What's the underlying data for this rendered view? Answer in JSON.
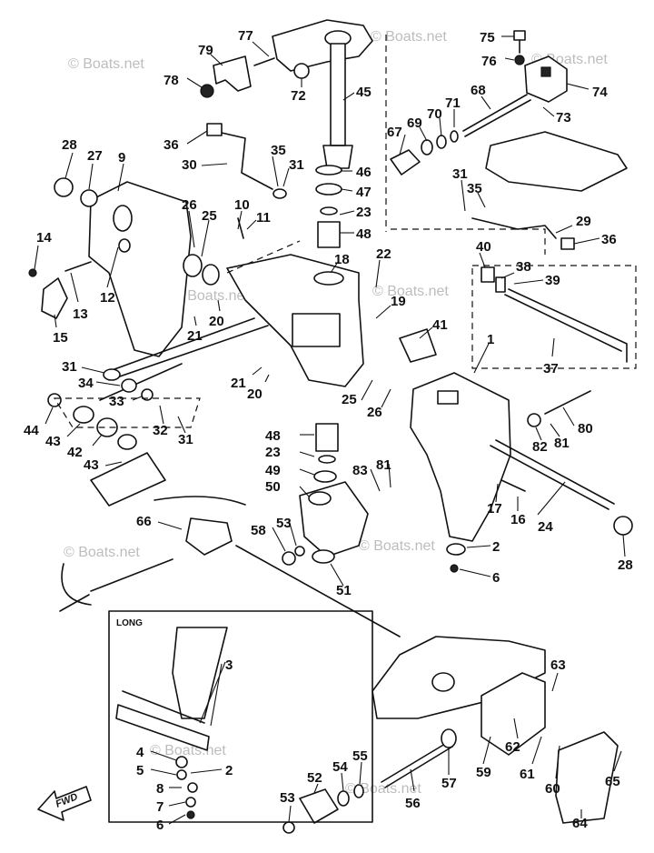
{
  "watermark": "© Boats.net",
  "inset_title": "LONG",
  "fwd_label": "FWD",
  "callouts": [
    {
      "id": "c77",
      "label": "77"
    },
    {
      "id": "c79",
      "label": "79"
    },
    {
      "id": "c78",
      "label": "78"
    },
    {
      "id": "c72",
      "label": "72"
    },
    {
      "id": "c45",
      "label": "45"
    },
    {
      "id": "c75",
      "label": "75"
    },
    {
      "id": "c76",
      "label": "76"
    },
    {
      "id": "c74",
      "label": "74"
    },
    {
      "id": "c68",
      "label": "68"
    },
    {
      "id": "c73",
      "label": "73"
    },
    {
      "id": "c71",
      "label": "71"
    },
    {
      "id": "c70",
      "label": "70"
    },
    {
      "id": "c69",
      "label": "69"
    },
    {
      "id": "c67",
      "label": "67"
    },
    {
      "id": "c36a",
      "label": "36"
    },
    {
      "id": "c30",
      "label": "30"
    },
    {
      "id": "c35a",
      "label": "35"
    },
    {
      "id": "c31a",
      "label": "31"
    },
    {
      "id": "c46",
      "label": "46"
    },
    {
      "id": "c47",
      "label": "47"
    },
    {
      "id": "c28a",
      "label": "28"
    },
    {
      "id": "c27",
      "label": "27"
    },
    {
      "id": "c9",
      "label": "9"
    },
    {
      "id": "c26a",
      "label": "26"
    },
    {
      "id": "c10",
      "label": "10"
    },
    {
      "id": "c11",
      "label": "11"
    },
    {
      "id": "c25a",
      "label": "25"
    },
    {
      "id": "c23a",
      "label": "23"
    },
    {
      "id": "c48a",
      "label": "48"
    },
    {
      "id": "c31b",
      "label": "31"
    },
    {
      "id": "c35b",
      "label": "35"
    },
    {
      "id": "c29",
      "label": "29"
    },
    {
      "id": "c36b",
      "label": "36"
    },
    {
      "id": "c14",
      "label": "14"
    },
    {
      "id": "c13",
      "label": "13"
    },
    {
      "id": "c12",
      "label": "12"
    },
    {
      "id": "c15",
      "label": "15"
    },
    {
      "id": "c18",
      "label": "18"
    },
    {
      "id": "c22",
      "label": "22"
    },
    {
      "id": "c40",
      "label": "40"
    },
    {
      "id": "c38",
      "label": "38"
    },
    {
      "id": "c39",
      "label": "39"
    },
    {
      "id": "c20a",
      "label": "20"
    },
    {
      "id": "c21a",
      "label": "21"
    },
    {
      "id": "c19",
      "label": "19"
    },
    {
      "id": "c41",
      "label": "41"
    },
    {
      "id": "c1",
      "label": "1"
    },
    {
      "id": "c37",
      "label": "37"
    },
    {
      "id": "c31c",
      "label": "31"
    },
    {
      "id": "c34",
      "label": "34"
    },
    {
      "id": "c21b",
      "label": "21"
    },
    {
      "id": "c20b",
      "label": "20"
    },
    {
      "id": "c25b",
      "label": "25"
    },
    {
      "id": "c26b",
      "label": "26"
    },
    {
      "id": "c33",
      "label": "33"
    },
    {
      "id": "c44",
      "label": "44"
    },
    {
      "id": "c43a",
      "label": "43"
    },
    {
      "id": "c32",
      "label": "32"
    },
    {
      "id": "c31d",
      "label": "31"
    },
    {
      "id": "c80",
      "label": "80"
    },
    {
      "id": "c82",
      "label": "82"
    },
    {
      "id": "c81a",
      "label": "81"
    },
    {
      "id": "c42",
      "label": "42"
    },
    {
      "id": "c48b",
      "label": "48"
    },
    {
      "id": "c23b",
      "label": "23"
    },
    {
      "id": "c43b",
      "label": "43"
    },
    {
      "id": "c49",
      "label": "49"
    },
    {
      "id": "c50",
      "label": "50"
    },
    {
      "id": "c83",
      "label": "83"
    },
    {
      "id": "c81b",
      "label": "81"
    },
    {
      "id": "c17",
      "label": "17"
    },
    {
      "id": "c16",
      "label": "16"
    },
    {
      "id": "c24",
      "label": "24"
    },
    {
      "id": "c66",
      "label": "66"
    },
    {
      "id": "c58",
      "label": "58"
    },
    {
      "id": "c53a",
      "label": "53"
    },
    {
      "id": "c2a",
      "label": "2"
    },
    {
      "id": "c28b",
      "label": "28"
    },
    {
      "id": "c6a",
      "label": "6"
    },
    {
      "id": "c51",
      "label": "51"
    },
    {
      "id": "c3",
      "label": "3"
    },
    {
      "id": "c4",
      "label": "4"
    },
    {
      "id": "c2b",
      "label": "2"
    },
    {
      "id": "c5",
      "label": "5"
    },
    {
      "id": "c8",
      "label": "8"
    },
    {
      "id": "c7",
      "label": "7"
    },
    {
      "id": "c6b",
      "label": "6"
    },
    {
      "id": "c63",
      "label": "63"
    },
    {
      "id": "c55",
      "label": "55"
    },
    {
      "id": "c54",
      "label": "54"
    },
    {
      "id": "c52",
      "label": "52"
    },
    {
      "id": "c57",
      "label": "57"
    },
    {
      "id": "c59",
      "label": "59"
    },
    {
      "id": "c62",
      "label": "62"
    },
    {
      "id": "c61",
      "label": "61"
    },
    {
      "id": "c60",
      "label": "60"
    },
    {
      "id": "c65",
      "label": "65"
    },
    {
      "id": "c53b",
      "label": "53"
    },
    {
      "id": "c56",
      "label": "56"
    },
    {
      "id": "c64",
      "label": "64"
    }
  ]
}
